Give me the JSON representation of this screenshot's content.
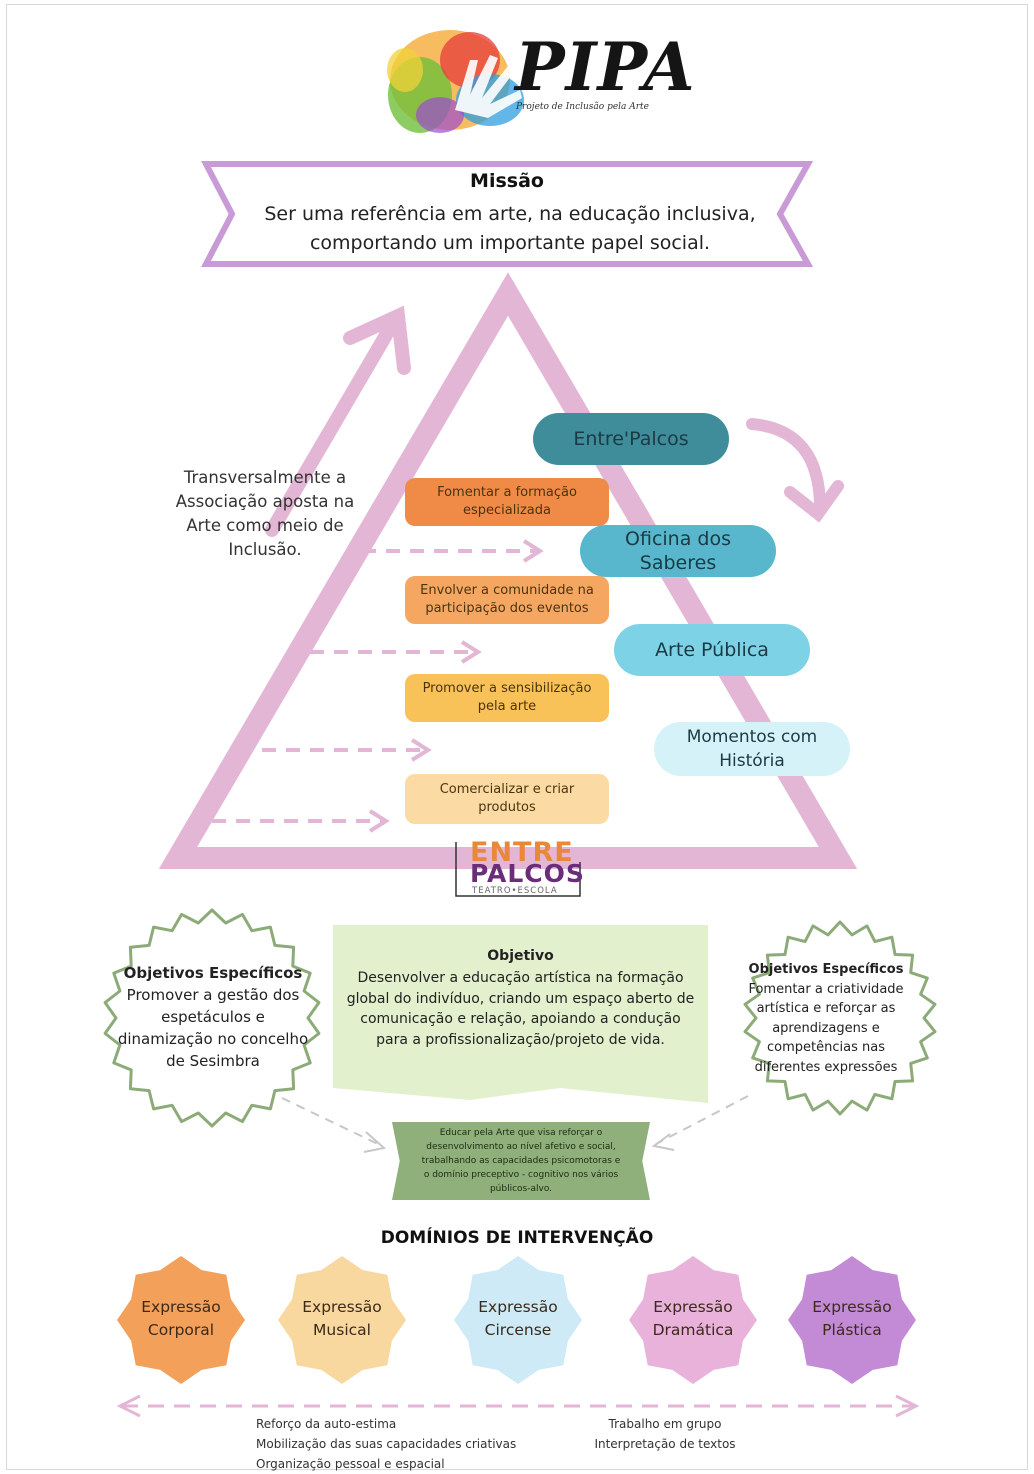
{
  "logo": {
    "title": "PIPA",
    "subtitle": "Projeto de Inclusão pela Arte",
    "accent_colors": [
      "#e73c3c",
      "#f4a62a",
      "#2e9de0",
      "#6fbf3b",
      "#9b4bd0"
    ]
  },
  "mission": {
    "title": "Missão",
    "line1": "Ser uma referência em arte, na educação inclusiva,",
    "line2": "comportando um importante papel social."
  },
  "side_text": {
    "line1": "Transversalmente a",
    "line2": "Associação aposta na",
    "line3": "Arte como meio de",
    "line4": "Inclusão."
  },
  "pills": [
    {
      "line1": "Entre'Palcos",
      "line2": "",
      "color": "#3f8d9b"
    },
    {
      "line1": "Oficina dos",
      "line2": "Saberes",
      "color": "#58b7cc"
    },
    {
      "line1": "Arte Pública",
      "line2": "",
      "color": "#7ed2e6"
    },
    {
      "line1": "Momentos com",
      "line2": "História",
      "color": "#d5f2f8"
    }
  ],
  "objectives": [
    {
      "line1": "Fomentar a formação",
      "line2": "especializada",
      "color": "#f08a47"
    },
    {
      "line1": "Envolver a comunidade na",
      "line2": "participação dos eventos",
      "color": "#f5a762"
    },
    {
      "line1": "Promover a sensibilização",
      "line2": "pela arte",
      "color": "#f9c258"
    },
    {
      "line1": "Comercializar e criar",
      "line2": "produtos",
      "color": "#fbdba3"
    }
  ],
  "entre_palcos_logo": {
    "line1": "ENTRE",
    "line2": "PALCOS",
    "line3": "TEATRO•ESCOLA"
  },
  "objetivo": {
    "title": "Objetivo",
    "lines": [
      "Desenvolver a educação artística na formação",
      "global do indivíduo, criando um espaço aberto de",
      "comunicação e relação, apoiando a condução",
      "para a profissionalização/projeto de vida."
    ]
  },
  "spec_left": {
    "title": "Objetivos Específicos",
    "lines": [
      "Promover a gestão dos",
      "espetáculos e",
      "dinamização no concelho",
      "de Sesimbra"
    ]
  },
  "spec_right": {
    "title": "Objetivos Específicos",
    "lines": [
      "Fomentar a criatividade",
      "artística e reforçar as",
      "aprendizagens e",
      "competências nas",
      "diferentes expressões"
    ]
  },
  "educar": {
    "lines": [
      "Educar pela Arte que visa reforçar o",
      "desenvolvimento ao nível afetivo e social,",
      "trabalhando as capacidades psicomotoras e",
      "o domínio preceptivo - cognitivo nos vários",
      "públicos-alvo."
    ]
  },
  "dominios": {
    "title": "DOMÍNIOS DE INTERVENÇÃO",
    "items": [
      {
        "line1": "Expressão",
        "line2": "Corporal",
        "color": "#f2a05a"
      },
      {
        "line1": "Expressão",
        "line2": "Musical",
        "color": "#f9d8a0"
      },
      {
        "line1": "Expressão",
        "line2": "Circense",
        "color": "#cdeaf6"
      },
      {
        "line1": "Expressão",
        "line2": "Dramática",
        "color": "#e8b2da"
      },
      {
        "line1": "Expressão",
        "line2": "Plástica",
        "color": "#c38ad6"
      }
    ]
  },
  "bottom": {
    "left": [
      "Reforço da auto-estima",
      "Mobilização das suas capacidades criativas",
      "Organização pessoal e espacial"
    ],
    "right": [
      "Trabalho em grupo",
      "Interpretação de textos"
    ]
  }
}
